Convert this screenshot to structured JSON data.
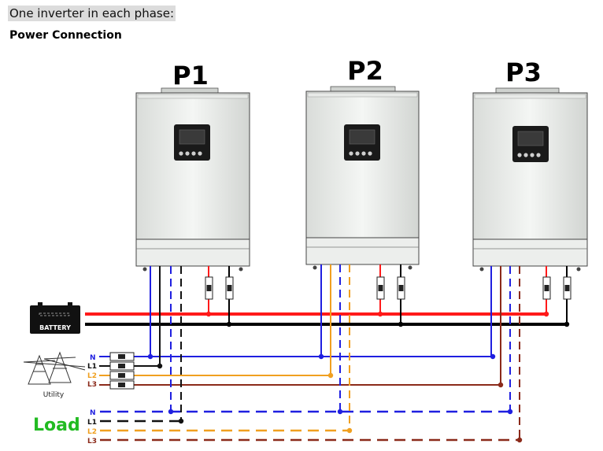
{
  "page": {
    "heading": "One inverter in each phase:",
    "subheading": "Power Connection"
  },
  "inverters": [
    {
      "label": "P1"
    },
    {
      "label": "P2"
    },
    {
      "label": "P3"
    }
  ],
  "battery": {
    "label": "BATTERY"
  },
  "utility": {
    "label": "Utility",
    "lines": [
      "N",
      "L1",
      "L2",
      "L3"
    ]
  },
  "load": {
    "label": "Load",
    "lines": [
      "N",
      "L1",
      "L2",
      "L3"
    ]
  },
  "colors": {
    "neutral": "#1f1fe0",
    "L1": "#111111",
    "L2": "#f0a020",
    "L3": "#8b2a1a",
    "battery_positive": "#ff1a1a",
    "battery_negative": "#000000",
    "load_text": "#22bb22"
  }
}
